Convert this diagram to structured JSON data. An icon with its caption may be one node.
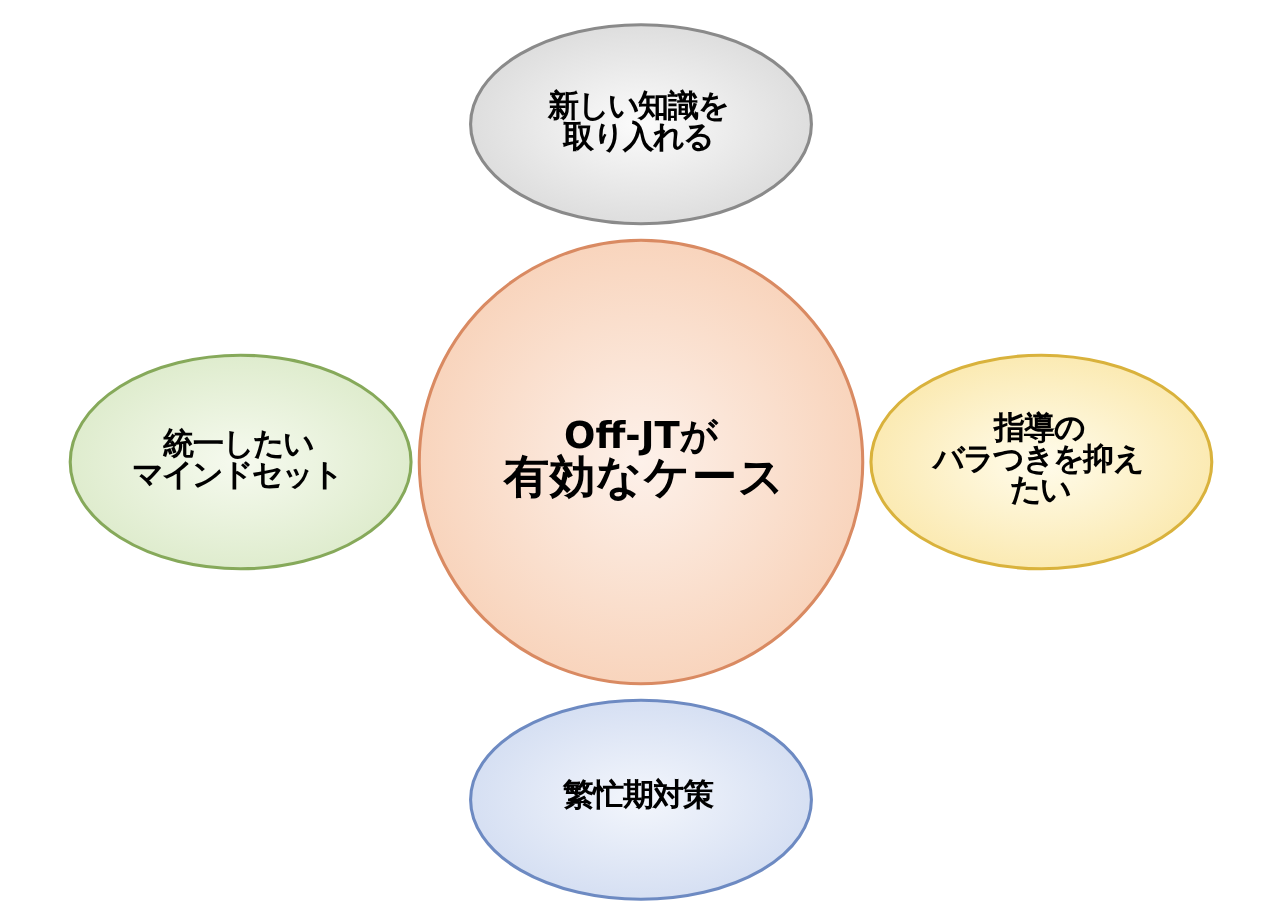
{
  "diagram": {
    "nodes": [
      {
        "text": [
          "新しい知識を取り入れる"
        ]
      },
      {
        "text": [
          "統一したい",
          "マインドセット"
        ]
      },
      {
        "text": [
          "Off-JTが",
          "有効なケース"
        ]
      },
      {
        "text": [
          "指導の",
          "バラつきを抑えたい"
        ]
      },
      {
        "text": [
          "繁忙期対策"
        ]
      }
    ]
  }
}
